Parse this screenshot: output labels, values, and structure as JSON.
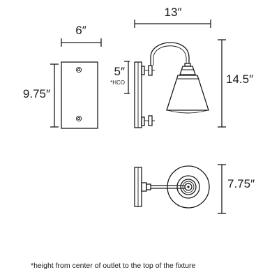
{
  "dimensions": {
    "backplate_width": "6″",
    "backplate_height": "9.75″",
    "fixture_width": "13″",
    "fixture_height": "14.5″",
    "hco": "5″",
    "hco_label": "*HCO",
    "depth": "7.75″"
  },
  "footnote": "*height from center of outlet to the top of the fixture"
}
